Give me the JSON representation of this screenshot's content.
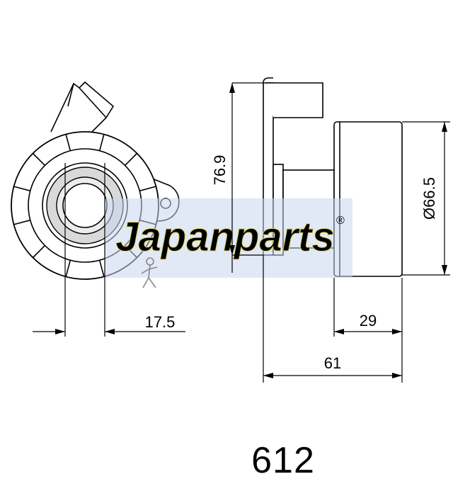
{
  "watermark": {
    "brand_text": "Japanparts",
    "registered_mark": "®",
    "band_color": "#c9d6ee",
    "text_color": "#f4f59a"
  },
  "dimensions": {
    "offset_left": "17.5",
    "height": "76.9",
    "diameter": "Ø66.5",
    "width_pulley": "29",
    "width_total": "61"
  },
  "part_number": "612"
}
